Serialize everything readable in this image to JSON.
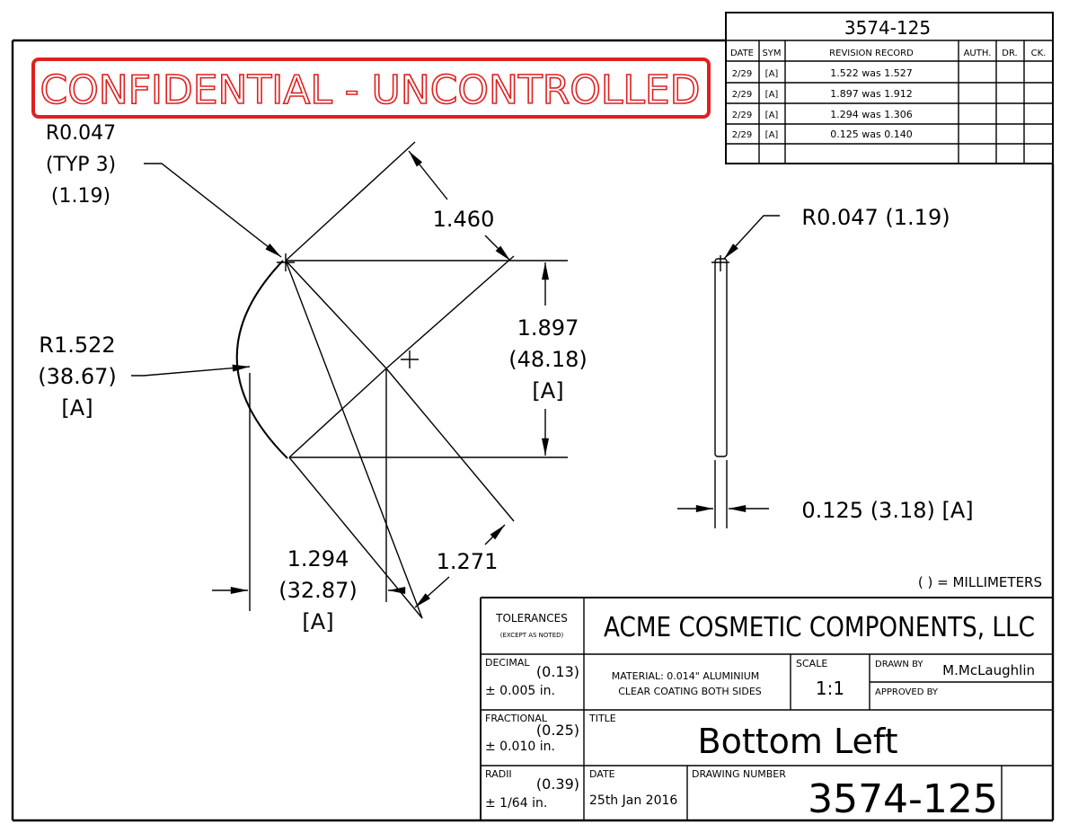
{
  "stamp": {
    "text": "CONFIDENTIAL - UNCONTROLLED",
    "color": "#e02020"
  },
  "revision_block": {
    "drawing_number": "3574-125",
    "headers": [
      "DATE",
      "SYM",
      "REVISION RECORD",
      "AUTH.",
      "DR.",
      "CK."
    ],
    "rows": [
      {
        "date": "2/29",
        "sym": "[A]",
        "record": "1.522 was 1.527"
      },
      {
        "date": "2/29",
        "sym": "[A]",
        "record": "1.897 was 1.912"
      },
      {
        "date": "2/29",
        "sym": "[A]",
        "record": "1.294 was 1.306"
      },
      {
        "date": "2/29",
        "sym": "[A]",
        "record": "0.125 was 0.140"
      }
    ]
  },
  "dimensions": {
    "corner_radius": {
      "line1": "R0.047",
      "line2": "(TYP 3)",
      "line3": "(1.19)"
    },
    "diag_width": {
      "value": "1.460"
    },
    "height": {
      "line1": "1.897",
      "line2": "(48.18)",
      "line3": "[A]"
    },
    "arc_radius": {
      "line1": "R1.522",
      "line2": "(38.67)",
      "line3": "[A]"
    },
    "base": {
      "line1": "1.294",
      "line2": "(32.87)",
      "line3": "[A]"
    },
    "diag_offset": {
      "value": "1.271"
    },
    "side_radius": {
      "value": "R0.047 (1.19)"
    },
    "thickness": {
      "value": "0.125 (3.18) [A]"
    },
    "units_note": "( ) = MILLIMETERS"
  },
  "title_block": {
    "tolerances_label": "TOLERANCES",
    "tolerances_sub": "(EXCEPT AS NOTED)",
    "company": "ACME COSMETIC COMPONENTS, LLC",
    "decimal_label": "DECIMAL",
    "decimal_mm": "(0.13)",
    "decimal_tol": "± 0.005 in.",
    "fractional_label": "FRACTIONAL",
    "fractional_mm": "(0.25)",
    "fractional_tol": "± 0.010 in.",
    "radii_label": "RADII",
    "radii_mm": "(0.39)",
    "radii_tol": "± 1/64 in.",
    "material_line1": "MATERIAL: 0.014\" ALUMINIUM",
    "material_line2": "CLEAR COATING BOTH SIDES",
    "scale_label": "SCALE",
    "scale_value": "1:1",
    "drawn_by_label": "DRAWN BY",
    "drawn_by_value": "M.McLaughlin",
    "approved_by_label": "APPROVED BY",
    "title_label": "TITLE",
    "title_value": "Bottom Left",
    "date_label": "DATE",
    "date_value": "25th Jan 2016",
    "drawing_number_label": "DRAWING NUMBER",
    "drawing_number_value": "3574-125"
  }
}
